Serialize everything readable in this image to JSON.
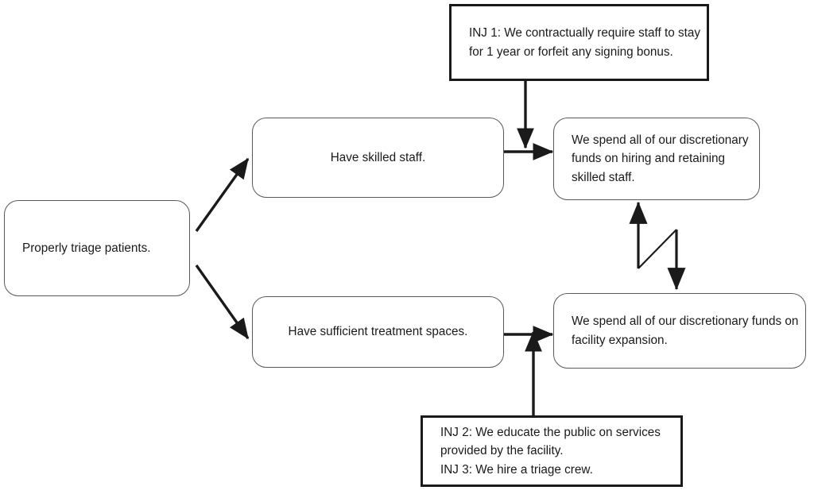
{
  "diagram": {
    "title": "Evaporating cloud / conflict resolution diagram",
    "background_color": "#ffffff",
    "rounded_border_color": "#595959",
    "squared_border_color": "#1a1a1a",
    "edge_color": "#1a1a1a",
    "text_color": "#1a1a1a"
  },
  "nodes": {
    "objective": {
      "text": "Properly triage patients.",
      "shape": "rounded-rectangle"
    },
    "requirement_staff": {
      "text": "Have skilled staff.",
      "shape": "rounded-rectangle"
    },
    "requirement_spaces": {
      "text": "Have sufficient treatment spaces.",
      "shape": "rounded-rectangle"
    },
    "prerequisite_hiring": {
      "text": "We spend all of our discretionary funds on hiring and retaining skilled staff.",
      "shape": "rounded-rectangle"
    },
    "prerequisite_expansion": {
      "text": "We spend all of our discretionary funds on facility expansion.",
      "shape": "rounded-rectangle"
    },
    "injection_1": {
      "text": "INJ 1: We contractually require staff to stay for 1 year or forfeit any signing bonus.",
      "shape": "rectangle"
    },
    "injections_2_3": {
      "text": "INJ 2: We educate the public on services provided by the facility.\nINJ 3: We hire a triage crew.",
      "shape": "rectangle"
    }
  },
  "edges": [
    {
      "name": "objective-to-requirement-staff",
      "from": "objective",
      "to": "requirement_staff",
      "style": "solid-arrow"
    },
    {
      "name": "objective-to-requirement-spaces",
      "from": "objective",
      "to": "requirement_spaces",
      "style": "solid-arrow"
    },
    {
      "name": "requirement-staff-to-prerequisite-hiring",
      "from": "requirement_staff",
      "to": "prerequisite_hiring",
      "style": "solid-arrow"
    },
    {
      "name": "requirement-spaces-to-prerequisite-expansion",
      "from": "requirement_spaces",
      "to": "prerequisite_expansion",
      "style": "solid-arrow"
    },
    {
      "name": "injection-1-to-prerequisite-hiring",
      "from": "injection_1",
      "to": "prerequisite_hiring",
      "style": "solid-arrow"
    },
    {
      "name": "injections-2-3-to-prerequisite-expansion",
      "from": "injections_2_3",
      "to": "prerequisite_expansion",
      "style": "solid-arrow"
    },
    {
      "name": "conflict-zigzag",
      "from": "prerequisite_expansion",
      "to": "prerequisite_hiring",
      "style": "double-headed-zigzag"
    }
  ]
}
